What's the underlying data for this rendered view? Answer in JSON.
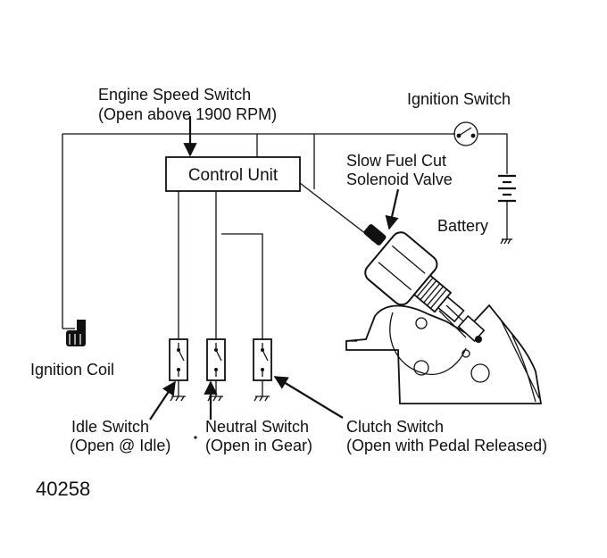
{
  "labels": {
    "engine_speed_switch": "Engine Speed Switch",
    "engine_speed_switch_note": "(Open above 1900 RPM)",
    "ignition_switch": "Ignition Switch",
    "control_unit": "Control Unit",
    "slow_fuel_cut": "Slow Fuel Cut",
    "solenoid_valve": "Solenoid Valve",
    "battery": "Battery",
    "ignition_coil": "Ignition Coil",
    "idle_switch": "Idle Switch",
    "idle_switch_note": "(Open @ Idle)",
    "neutral_switch": "Neutral Switch",
    "neutral_switch_note": "(Open in Gear)",
    "clutch_switch": "Clutch Switch",
    "clutch_switch_note": "(Open with Pedal Released)"
  },
  "figure_number": "40258",
  "colors": {
    "ink": "#111111",
    "background": "#ffffff"
  }
}
